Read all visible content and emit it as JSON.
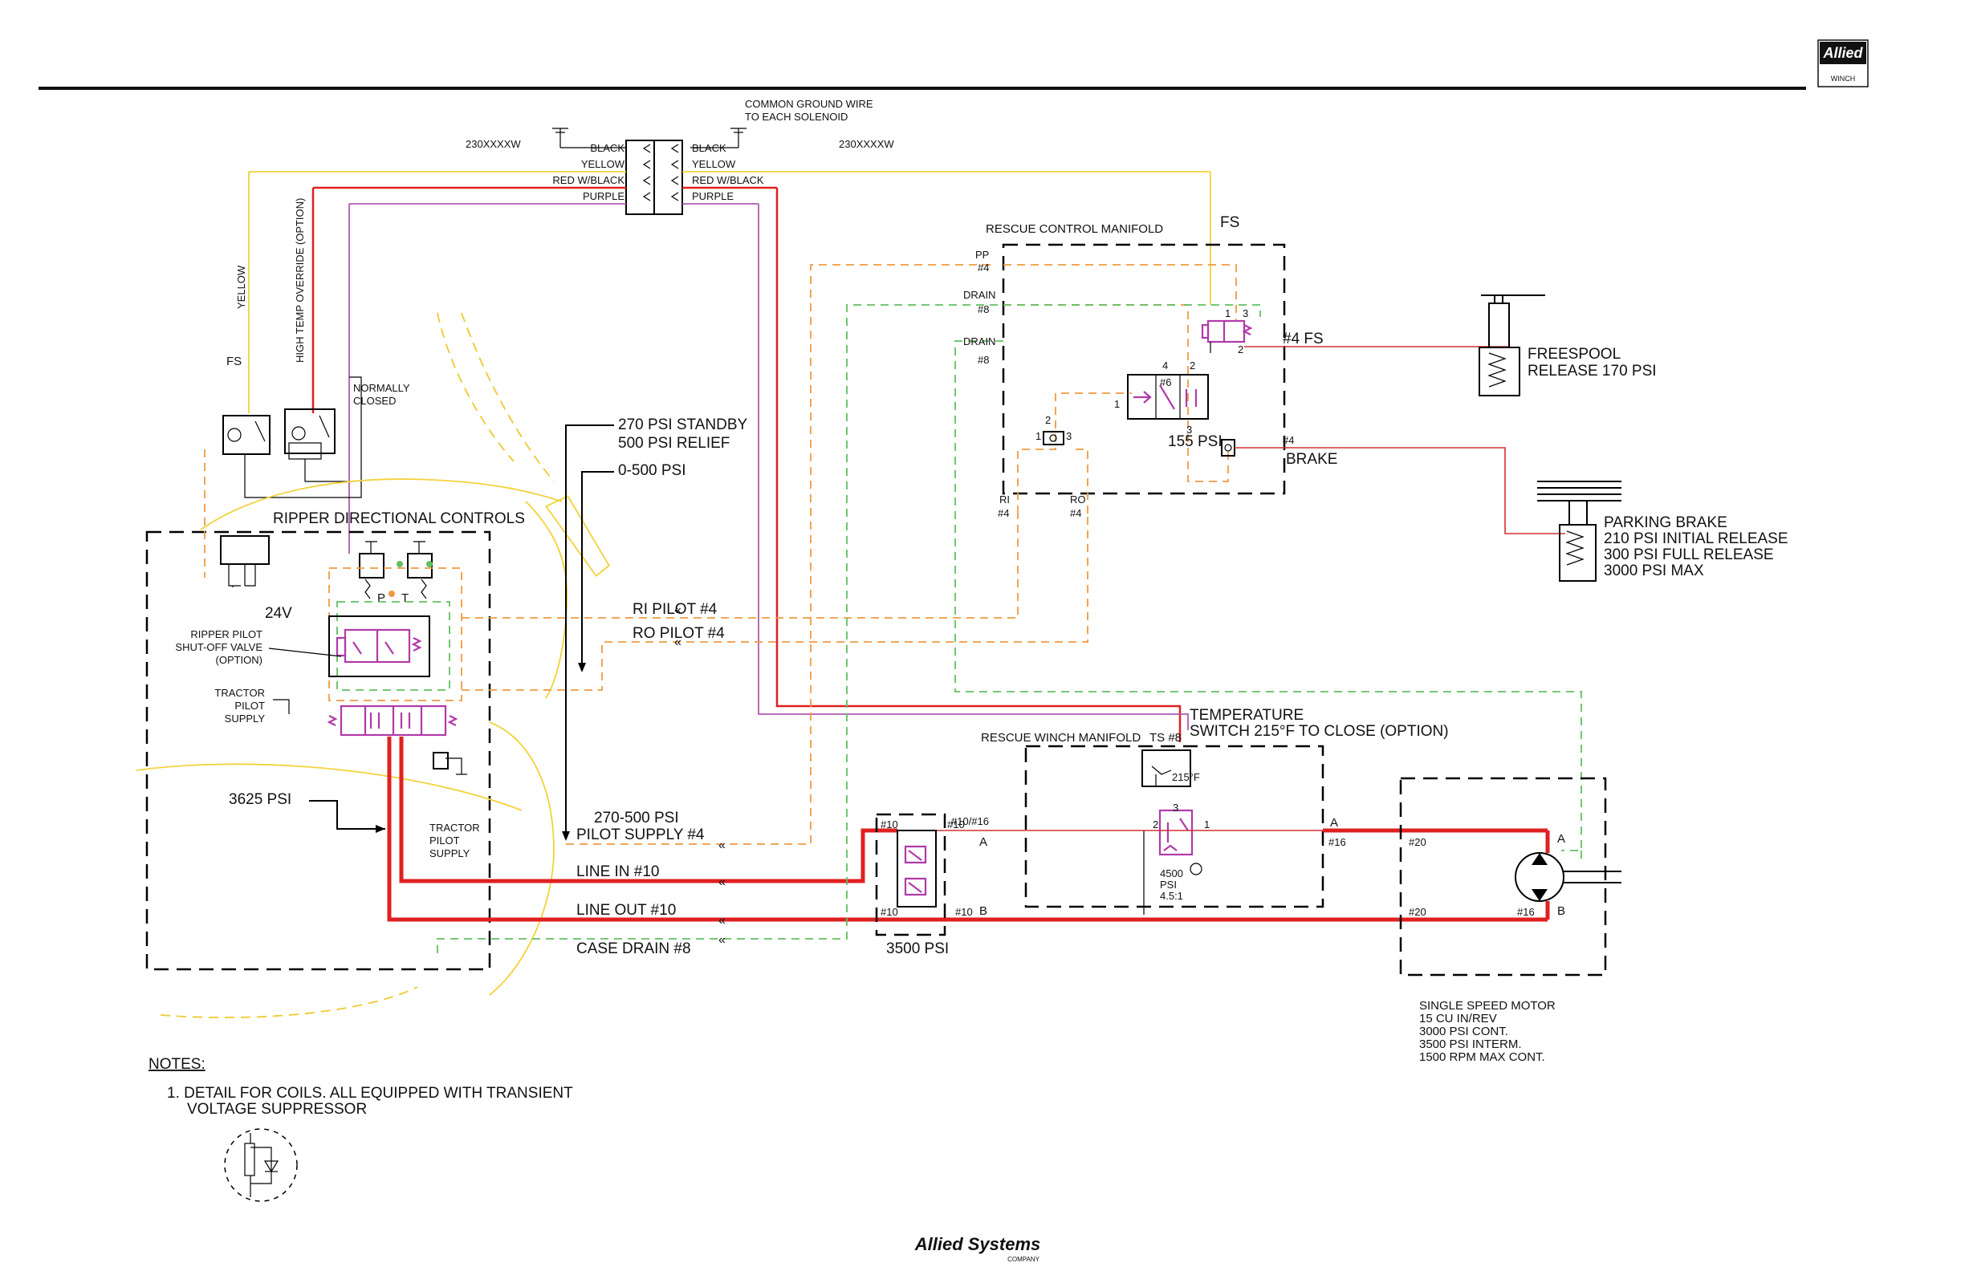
{
  "header": {
    "logo_text": "Allied",
    "logo_sub": "WINCH"
  },
  "footer": {
    "logo_text": "Allied Systems",
    "logo_sub": "COMPANY"
  },
  "wiring": {
    "ground_note_1": "COMMON GROUND WIRE",
    "ground_note_2": "TO EACH SOLENOID",
    "part_left": "230XXXXW",
    "part_right": "230XXXXW",
    "left_wires": [
      "BLACK",
      "YELLOW",
      "RED W/BLACK",
      "PURPLE"
    ],
    "right_wires": [
      "BLACK",
      "YELLOW",
      "RED W/BLACK",
      "PURPLE"
    ],
    "yellow_label": "YELLOW",
    "override_label": "HIGH TEMP OVERRIDE (OPTION)",
    "fs_label": "FS",
    "normally_closed_1": "NORMALLY",
    "normally_closed_2": "CLOSED"
  },
  "ripper": {
    "title": "RIPPER DIRECTIONAL CONTROLS",
    "voltage": "24V",
    "shutoff_1": "RIPPER PILOT",
    "shutoff_2": "SHUT-OFF VALVE",
    "shutoff_3": "(OPTION)",
    "tractor_pilot_1": "TRACTOR",
    "tractor_pilot_2": "PILOT",
    "tractor_pilot_3": "SUPPLY",
    "pressure": "3625 PSI",
    "port_p": "P",
    "port_t": "T"
  },
  "lines": {
    "standby_1": "270 PSI STANDBY",
    "standby_2": "500 PSI RELIEF",
    "range": "0-500 PSI",
    "ri_pilot": "RI PILOT #4",
    "ro_pilot": "RO PILOT #4",
    "pilot_supply_psi": "270-500 PSI",
    "pilot_supply": "PILOT SUPPLY #4",
    "line_in": "LINE IN #10",
    "line_out": "LINE OUT #10",
    "case_drain": "CASE DRAIN #8"
  },
  "control_manifold": {
    "title": "RESCUE CONTROL MANIFOLD",
    "fs": "FS",
    "pp": "PP",
    "pp_size": "#4",
    "drain1": "DRAIN",
    "drain1_size": "#8",
    "drain2": "DRAIN",
    "drain2_size": "#8",
    "fs_port": "#4  FS",
    "brake_port": "#4",
    "brake_label": "BRAKE",
    "valve_psi": "155 PSI",
    "ri": "RI",
    "ri_size": "#4",
    "ro": "RO",
    "ro_size": "#4",
    "n1": "1",
    "n2": "2",
    "n3": "3",
    "n4": "4",
    "n6": "#6"
  },
  "freespool": {
    "line1": "FREESPOOL",
    "line2": "RELEASE 170 PSI"
  },
  "parking_brake": {
    "line1": "PARKING BRAKE",
    "line2": "210 PSI INITIAL RELEASE",
    "line3": "300 PSI FULL RELEASE",
    "line4": "3000 PSI MAX"
  },
  "winch_manifold": {
    "title": "RESCUE WINCH MANIFOLD",
    "ts": "TS #8",
    "temp_1": "TEMPERATURE",
    "temp_2": "SWITCH 215°F TO CLOSE (OPTION)",
    "temp_set": "215°F",
    "port_in": "#10/#16",
    "port_a": "A",
    "port_b": "B",
    "port_b10": "#10",
    "a_out": "A",
    "a16": "#16",
    "relief_1": "4500",
    "relief_2": "PSI",
    "relief_3": "4.5:1",
    "n1": "1",
    "n2": "2",
    "n3": "3"
  },
  "crossover": {
    "psi": "3500 PSI",
    "p10a": "#10",
    "p10b": "#10",
    "p10c": "#10",
    "p10d": "#10"
  },
  "motor": {
    "a": "A",
    "b": "B",
    "a20": "#20",
    "b20": "#20",
    "b16": "#16",
    "spec_1": "SINGLE SPEED MOTOR",
    "spec_2": "15 CU IN/REV",
    "spec_3": "3000 PSI CONT.",
    "spec_4": "3500 PSI INTERM.",
    "spec_5": "1500 RPM MAX CONT."
  },
  "notes": {
    "title": "NOTES:",
    "item_1": "1.  DETAIL FOR COILS. ALL EQUIPPED WITH TRANSIENT",
    "item_1b": "VOLTAGE SUPPRESSOR"
  }
}
